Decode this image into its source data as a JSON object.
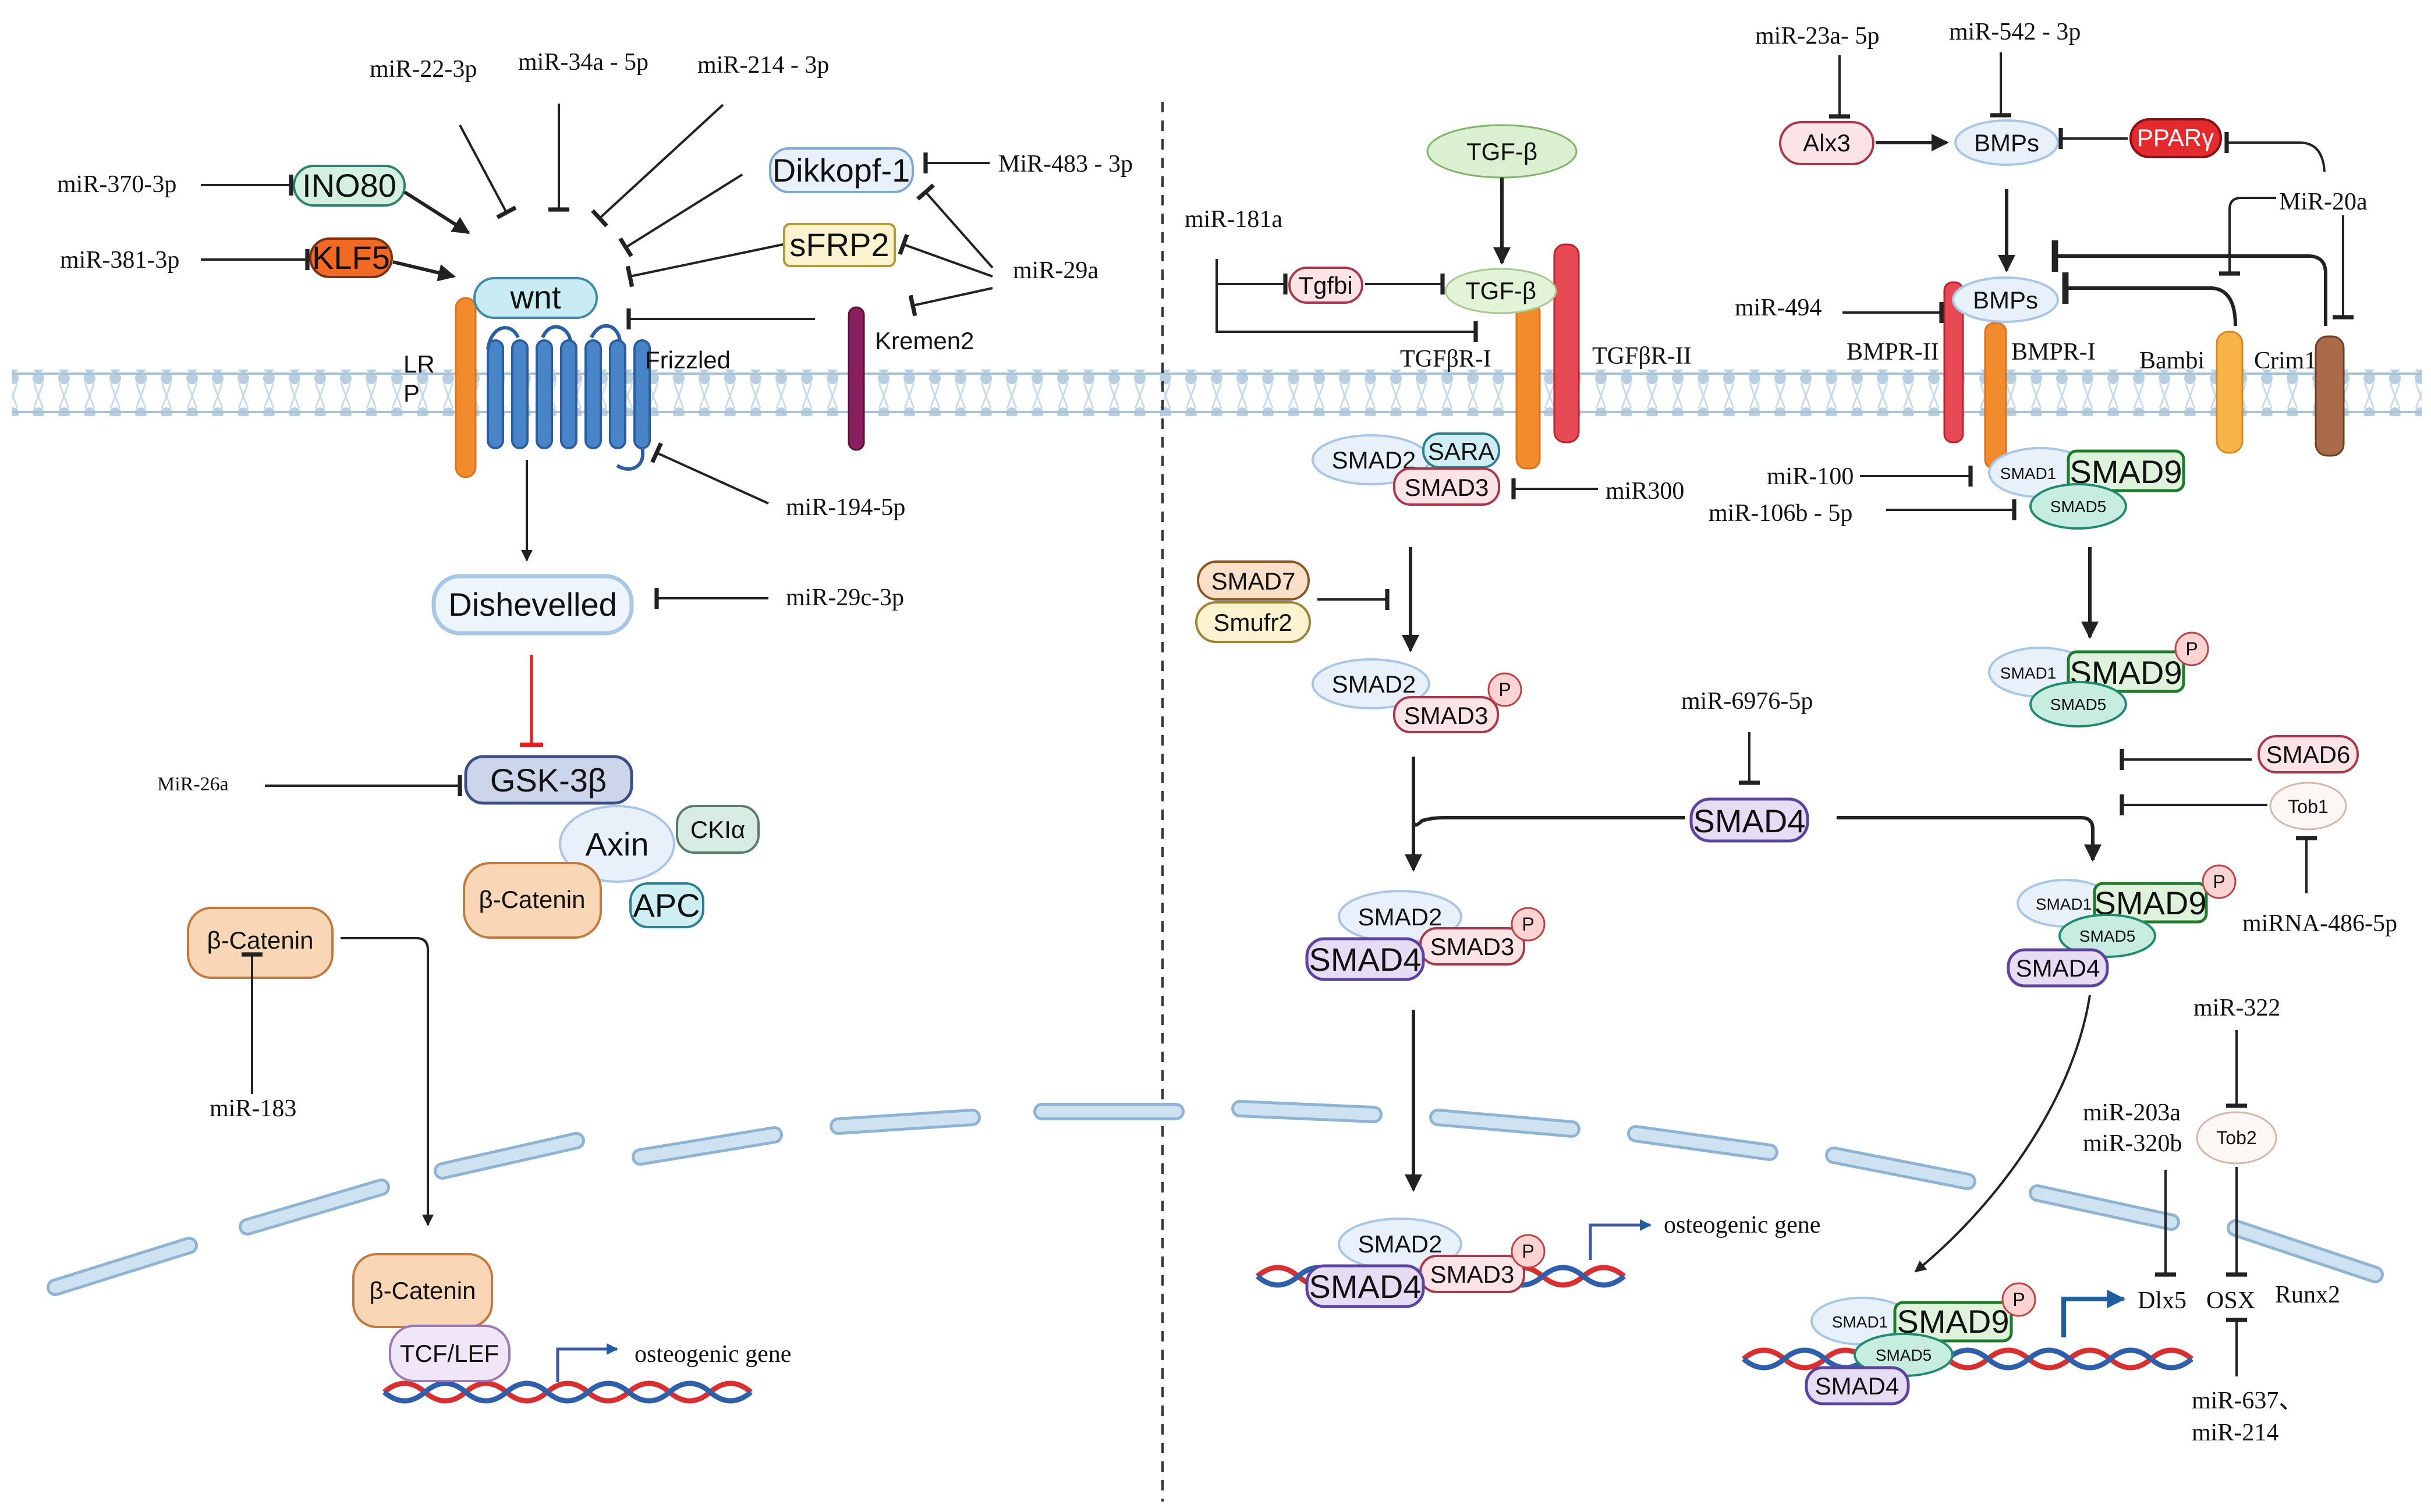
{
  "colors": {
    "membrane": "#b9cfe0",
    "membrane_line": "#8fb0cc",
    "nucleus": "#c9dff0",
    "nucleus_stroke": "#8fb4d3",
    "dna_red": "#d63030",
    "dna_blue": "#2f5fa8",
    "inhibit_red": "#e02020",
    "arrow_blue": "#1f5fa0"
  },
  "wnt": {
    "mirnas": {
      "mir_22_3p": "miR-22-3p",
      "mir_34a_5p": "miR-34a - 5p",
      "mir_214_3p": "miR-214 - 3p",
      "mir_370_3p": "miR-370-3p",
      "mir_381_3p": "miR-381-3p",
      "mir_483_3p": "MiR-483 - 3p",
      "mir_29a": "miR-29a",
      "mir_194_5p": "miR-194-5p",
      "mir_29c_3p": "miR-29c-3p",
      "mir_26a": "MiR-26a",
      "mir_183": "miR-183"
    },
    "nodes": {
      "ino80": "INO80",
      "klf5": "KLF5",
      "wnt": "wnt",
      "dkk1": "Dikkopf-1",
      "sfrp2": "sFRP2",
      "kremen2": "Kremen2",
      "frizzled": "Frizzled",
      "lrp_1": "LR",
      "lrp_2": "P",
      "dishevelled": "Dishevelled",
      "gsk3b": "GSK-3β",
      "axin": "Axin",
      "ck1a": "CKIα",
      "bcat_complex": "β-Catenin",
      "apc": "APC",
      "bcat_free": "β-Catenin",
      "bcat_nuc": "β-Catenin",
      "tcf_lef": "TCF/LEF",
      "gene": "osteogenic gene"
    }
  },
  "tgf": {
    "mirnas": {
      "mir_181a": "miR-181a",
      "mir300": "miR300",
      "mir_6976_5p": "miR-6976-5p"
    },
    "nodes": {
      "tgfb_top": "TGF-β",
      "tgfbi": "Tgfbi",
      "tgfb_bound": "TGF-β",
      "tgfbr1": "TGFβR-I",
      "tgfbr2": "TGFβR-II",
      "smad2_a": "SMAD2",
      "sara": "SARA",
      "smad3_a": "SMAD3",
      "smad7": "SMAD7",
      "smufr2": "Smufr2",
      "smad2_b": "SMAD2",
      "smad3_b": "SMAD3",
      "p": "P",
      "smad4": "SMAD4",
      "smad2_c": "SMAD2",
      "smad3_c": "SMAD3",
      "smad4_c": "SMAD4",
      "smad2_d": "SMAD2",
      "smad3_d": "SMAD3",
      "smad4_d": "SMAD4",
      "gene": "osteogenic gene"
    }
  },
  "bmp": {
    "mirnas": {
      "mir_23a_5p": "miR-23a- 5p",
      "mir_542_3p": "miR-542 - 3p",
      "mir_20a": "MiR-20a",
      "mir_494": "miR-494",
      "mir_100": "miR-100",
      "mir_106b_5p": "miR-106b - 5p",
      "mirna_486_5p": "miRNA-486-5p",
      "mir_322": "miR-322",
      "mir_203a": "miR-203a",
      "mir_320b": "miR-320b",
      "mir_637": "miR-637、",
      "mir_214": "miR-214"
    },
    "nodes": {
      "alx3": "Alx3",
      "bmps_top": "BMPs",
      "ppary": "PPARγ",
      "bmps_bound": "BMPs",
      "bmpr2": "BMPR-II",
      "bmpr1": "BMPR-I",
      "bambi": "Bambi",
      "crim1": "Crim1",
      "smad1": "SMAD1",
      "smad9": "SMAD9",
      "smad5": "SMAD5",
      "smad6": "SMAD6",
      "tob1": "Tob1",
      "tob2": "Tob2",
      "smad4": "SMAD4",
      "dlx5": "Dlx5",
      "osx": "OSX",
      "runx2": "Runx2"
    }
  }
}
